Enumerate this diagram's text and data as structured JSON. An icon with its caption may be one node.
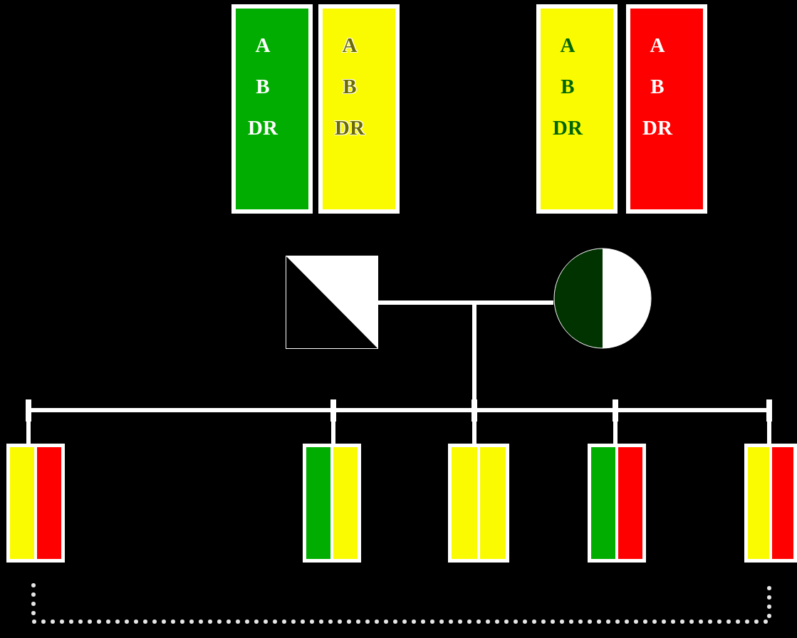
{
  "diagram": {
    "nodes": [
      {
        "text": [
          "A",
          "B",
          "DR"
        ]
      },
      {
        "text": [
          "A",
          "B",
          "DR"
        ]
      },
      {
        "text": [
          "A",
          "B",
          "DR"
        ]
      },
      {
        "text": [
          "A",
          "B",
          "DR"
        ]
      },
      {
        "text": [],
        "shape": "box"
      },
      {
        "text": [],
        "shape": "circle"
      },
      {
        "text": [],
        "shape": "bar"
      },
      {
        "text": [],
        "shape": "bar"
      },
      {
        "text": [],
        "shape": "bar"
      },
      {
        "text": [],
        "shape": "bar"
      },
      {
        "text": [],
        "shape": "bar"
      }
    ],
    "edges": [
      {
        "from": 4,
        "to": 5,
        "arrow": "none"
      },
      {
        "from": 4,
        "to": 6,
        "arrow": "none"
      },
      {
        "from": 5,
        "to": 6,
        "arrow": "none"
      },
      {
        "from": 4,
        "to": 7,
        "arrow": "none"
      },
      {
        "from": 5,
        "to": 7,
        "arrow": "none"
      },
      {
        "from": 4,
        "to": 8,
        "arrow": "none"
      },
      {
        "from": 5,
        "to": 8,
        "arrow": "none"
      },
      {
        "from": 4,
        "to": 9,
        "arrow": "none"
      },
      {
        "from": 5,
        "to": 9,
        "arrow": "none"
      },
      {
        "from": 4,
        "to": 10,
        "arrow": "none"
      },
      {
        "from": 5,
        "to": 10,
        "arrow": "none"
      },
      {
        "from": 6,
        "to": 10,
        "arrow": "none",
        "style": "dashed",
        "color": "#e6e6e6"
      }
    ]
  }
}
